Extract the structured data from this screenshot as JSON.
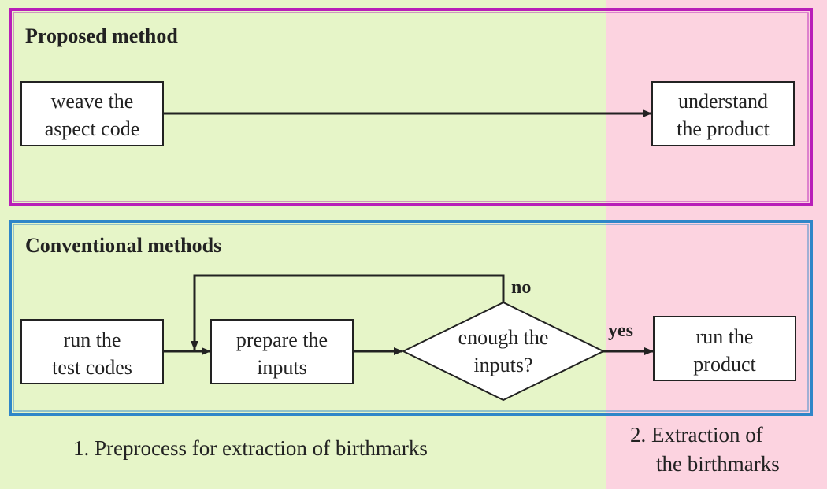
{
  "colors": {
    "phase1_bg": "#e6f5c8",
    "phase2_bg": "#fcd3e0",
    "proposed_frame": "#b81eb8",
    "conventional_frame": "#2f86c8",
    "stroke": "#222222",
    "text": "#222222"
  },
  "proposed": {
    "title": "Proposed method",
    "weave_line1": "weave the",
    "weave_line2": "aspect code",
    "understand_line1": "understand",
    "understand_line2": "the product"
  },
  "conventional": {
    "title": "Conventional methods",
    "run_tests_line1": "run the",
    "run_tests_line2": "test codes",
    "prepare_line1": "prepare the",
    "prepare_line2": "inputs",
    "decision_line1": "enough the",
    "decision_line2": "inputs?",
    "no_label": "no",
    "yes_label": "yes",
    "run_product_line1": "run the",
    "run_product_line2": "product"
  },
  "phases": {
    "phase1": "1. Preprocess for extraction of birthmarks",
    "phase2_line1": "2. Extraction of",
    "phase2_line2": "the birthmarks"
  }
}
